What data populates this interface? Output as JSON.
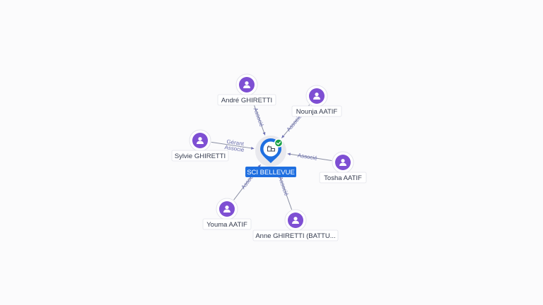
{
  "center": {
    "label": "SCI BELLEVUE",
    "icon": "building-icon",
    "verified_icon": "check-badge-icon",
    "colors": {
      "pin": "#1f6fe0",
      "verified": "#1aa046"
    }
  },
  "node_color": "#7e4fd3",
  "people": [
    {
      "id": "andre-ghiretti",
      "name": "André GHIRETTI",
      "icon": "person-icon",
      "relations": [
        "Associé"
      ]
    },
    {
      "id": "nounja-aatif",
      "name": "Nounja AATIF",
      "icon": "person-icon",
      "relations": [
        "Associé"
      ]
    },
    {
      "id": "sylvie-ghiretti",
      "name": "Sylvie GHIRETTI",
      "icon": "person-icon",
      "relations": [
        "Gérant",
        "Associé"
      ]
    },
    {
      "id": "tosha-aatif",
      "name": "Tosha AATIF",
      "icon": "person-icon",
      "relations": [
        "Associé"
      ]
    },
    {
      "id": "youma-aatif",
      "name": "Youma AATIF",
      "icon": "person-icon",
      "relations": [
        "Associé"
      ]
    },
    {
      "id": "anne-ghiretti",
      "name": "Anne GHIRETTI (BATTU...",
      "icon": "person-icon",
      "relations": [
        "Associé"
      ]
    }
  ]
}
